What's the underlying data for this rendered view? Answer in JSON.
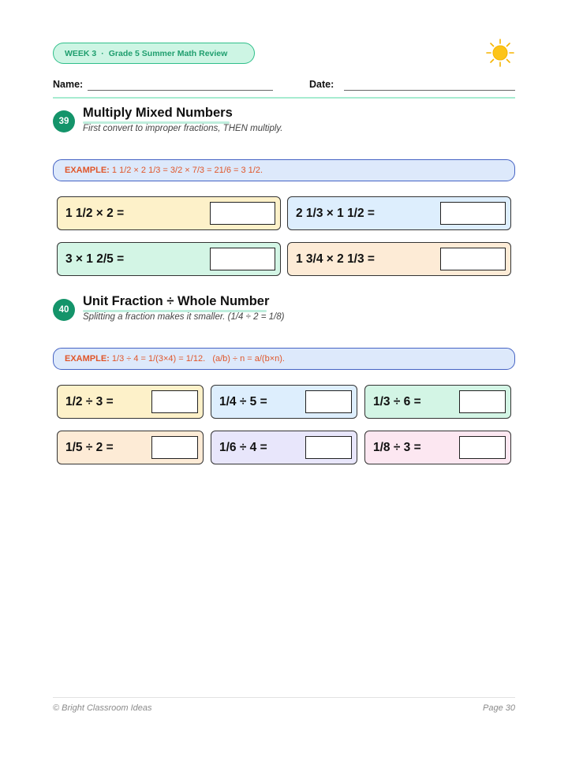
{
  "header": {
    "week": "WEEK 3",
    "separator": "·",
    "subtitle": "Grade 5 Summer Math Review",
    "name_label": "Name:",
    "date_label": "Date:",
    "sun_icon": "sun-icon"
  },
  "colors": {
    "accent_green": "#14946a",
    "example_text": "#e0562a",
    "example_border": "#4563c4"
  },
  "sections": [
    {
      "number": "39",
      "title": "Multiply Mixed Numbers",
      "subtitle": "First convert to improper fractions, THEN multiply.",
      "example_label": "EXAMPLE:",
      "example_text": " 1 1/2 × 2 1/3 = 3/2 × 7/3 = 21/6 = 3 1/2.",
      "problems": [
        "1 1/2 × 2 =",
        "2 1/3 × 1 1/2 =",
        "3 × 1 2/5 =",
        "1 3/4 × 2 1/3 ="
      ]
    },
    {
      "number": "40",
      "title": "Unit Fraction ÷ Whole Number",
      "subtitle": "Splitting a fraction makes it smaller. (1/4 ÷ 2 = 1/8)",
      "example_label": "EXAMPLE:",
      "example_text": " 1/3 ÷ 4 = 1/(3×4) = 1/12.   (a/b) ÷ n = a/(b×n).",
      "problems": [
        "1/2 ÷ 3 =",
        "1/4 ÷ 5 =",
        "1/3 ÷ 6 =",
        "1/5 ÷ 2 =",
        "1/6 ÷ 4 =",
        "1/8 ÷ 3 ="
      ]
    }
  ],
  "footer": {
    "left": "© Bright Classroom Ideas",
    "right": "Page 30"
  }
}
